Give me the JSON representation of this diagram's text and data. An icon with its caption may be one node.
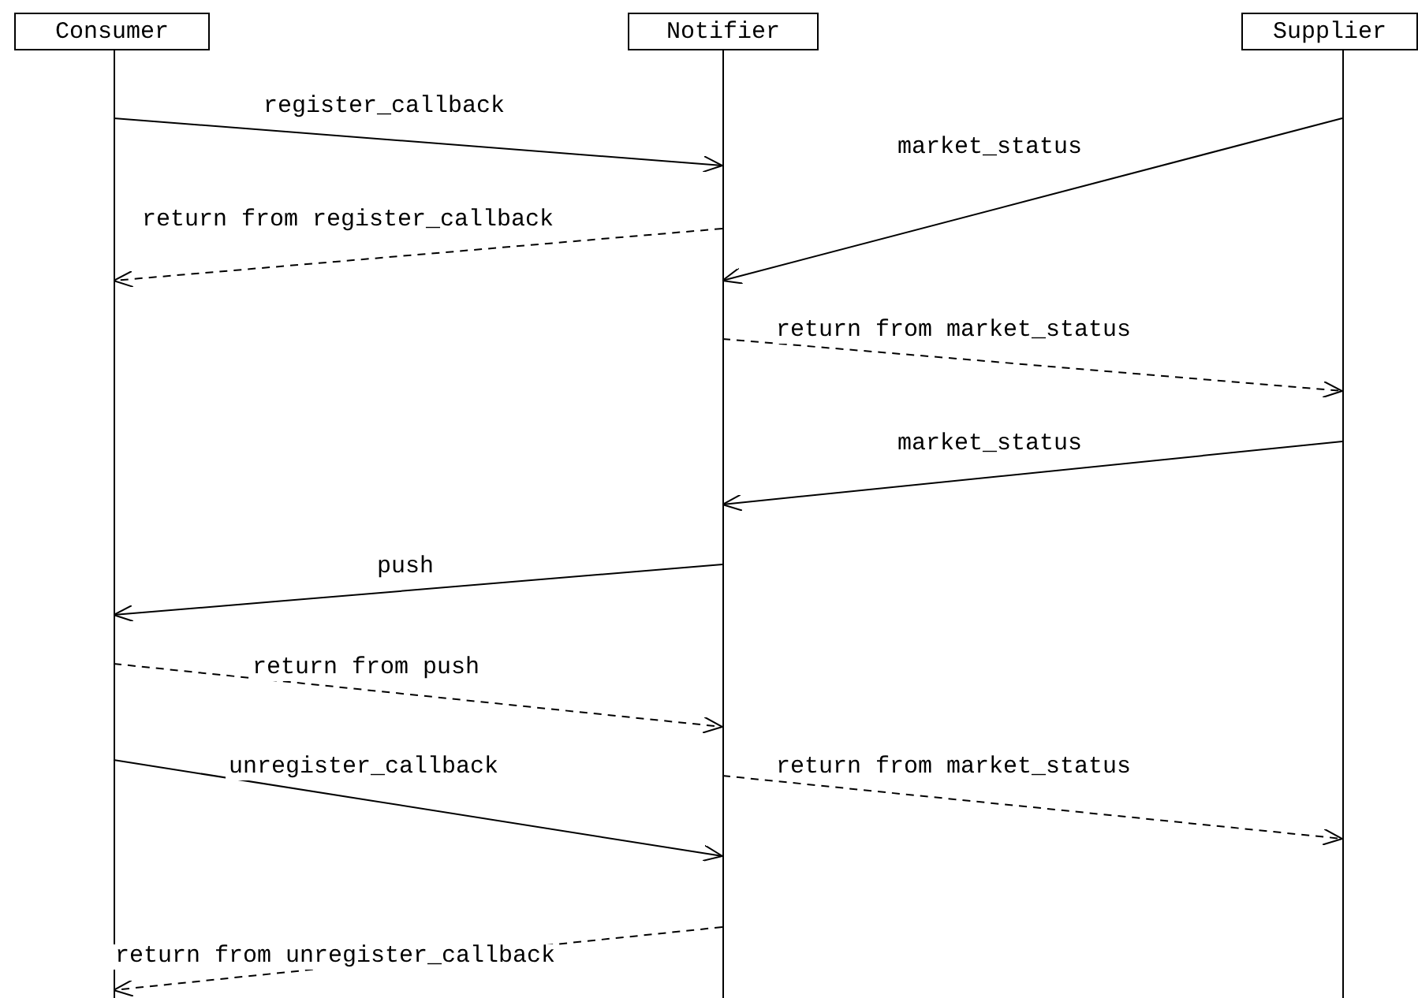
{
  "diagram": {
    "nodes": [
      {
        "text": [
          "Consumer"
        ]
      },
      {
        "text": [
          "Notifier"
        ]
      },
      {
        "text": [
          "Supplier"
        ]
      }
    ],
    "edges": [
      {
        "from": 0,
        "to": 1,
        "arrow": "to",
        "label": "register_callback"
      },
      {
        "from": 2,
        "to": 1,
        "arrow": "to",
        "label": "market_status"
      },
      {
        "from": 1,
        "to": 0,
        "arrow": "to",
        "label": "return from register_callback",
        "style": "dashed"
      },
      {
        "from": 1,
        "to": 2,
        "arrow": "to",
        "label": "return from market_status",
        "style": "dashed"
      },
      {
        "from": 2,
        "to": 1,
        "arrow": "to",
        "label": "market_status"
      },
      {
        "from": 1,
        "to": 0,
        "arrow": "to",
        "label": "push"
      },
      {
        "from": 0,
        "to": 1,
        "arrow": "to",
        "label": "return from push",
        "style": "dashed"
      },
      {
        "from": 0,
        "to": 1,
        "arrow": "to",
        "label": "unregister_callback"
      },
      {
        "from": 1,
        "to": 2,
        "arrow": "to",
        "label": "return from market_status",
        "style": "dashed"
      },
      {
        "from": 1,
        "to": 0,
        "arrow": "to",
        "label": "return from unregister_callback",
        "style": "dashed"
      }
    ]
  }
}
